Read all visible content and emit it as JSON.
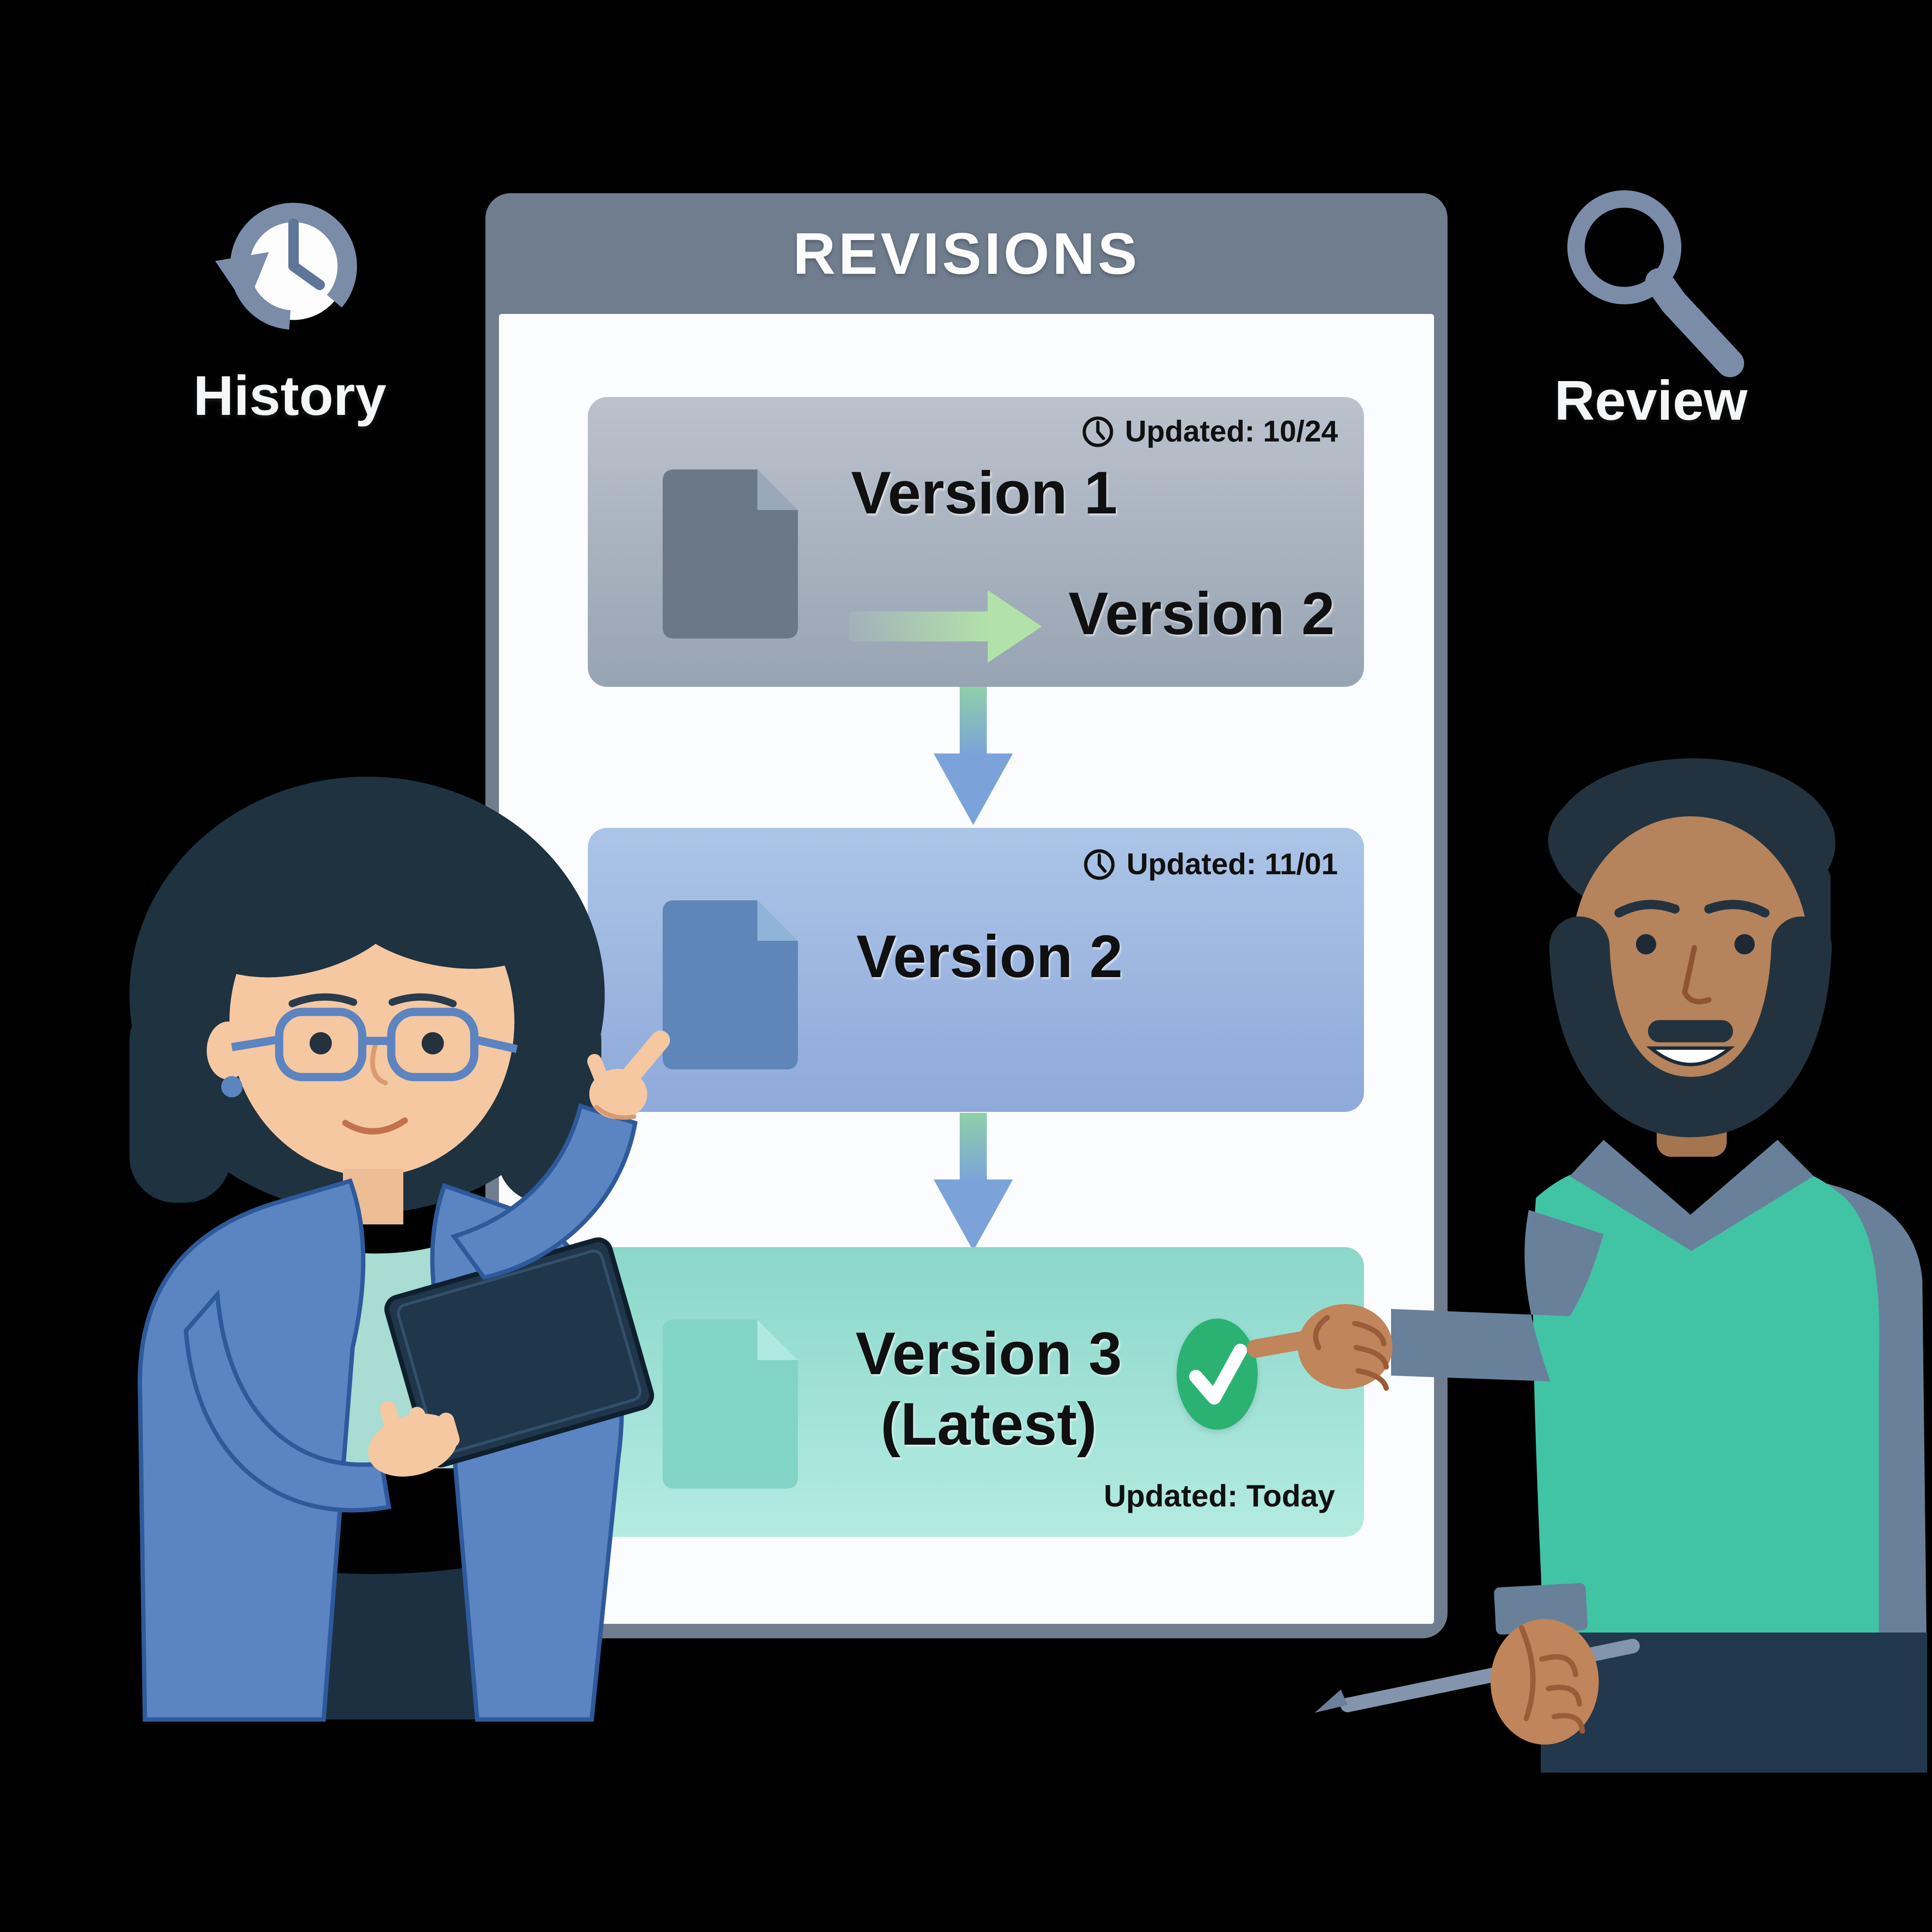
{
  "header": {
    "title": "REVISIONS"
  },
  "side_labels": {
    "history": "History",
    "review": "Review"
  },
  "cards": [
    {
      "title": "Version 1",
      "updated": "Updated: 10/24",
      "flow_to": "Version 2"
    },
    {
      "title": "Version 2",
      "updated": "Updated: 11/01"
    },
    {
      "title": "Version 3",
      "subtitle": "(Latest)",
      "updated": "Updated: Today",
      "approved": true
    }
  ],
  "icons": {
    "history": "clock-history-icon",
    "review": "magnifier-icon",
    "card_updated": "clock-icon",
    "card_file": "document-icon",
    "approved": "check-icon",
    "flow": "arrow-right-icon",
    "next_version": "arrow-down-icon",
    "tablet": "tablet",
    "pen": "stylus-pen"
  },
  "colors": {
    "background": "#000000",
    "panel_frame": "#6f7d8e",
    "panel_body": "#fbfcfd",
    "header_text": "#fdfdfd",
    "label_text": "#f5f6f7",
    "card_text": "#101010",
    "card1_top": "#bac2cc",
    "card1_bottom": "#97a4b3",
    "card2_top": "#abc5e7",
    "card2_bottom": "#8fa9da",
    "card3_top": "#8bd7ca",
    "card3_bottom": "#b4ebe1",
    "doc1": "#6a7888",
    "doc1_fold": "#9aa9ba",
    "doc2": "#5e86b8",
    "doc2_fold": "#8fb3d9",
    "doc3": "#82d4c6",
    "doc3_fold": "#b0e9df",
    "arrow_green": "#b2e2a9",
    "arrow_green2": "#8ed0a8",
    "arrow_blue": "#7ca3d9",
    "check_green": "#2bb273",
    "check_mark": "#ffffff",
    "icon_slate": "#7b8ca9",
    "icon_hand": "#5e7698",
    "woman_hair": "#1e3240",
    "woman_skin": "#f5c8a1",
    "woman_skin_dark": "#edbd96",
    "woman_jacket": "#5b85c2",
    "woman_jacket_line": "#2e5a9b",
    "woman_top": "#a9dcd2",
    "woman_skirt": "#1d3042",
    "glasses": "#5b84c1",
    "tablet": "#20364a",
    "man_hair": "#22333f",
    "man_face": "#b5835c",
    "man_hand": "#c0855a",
    "man_shirt": "#68809a",
    "man_vest": "#41c4a4",
    "man_pants": "#22384d",
    "pen": "#8295ac"
  }
}
